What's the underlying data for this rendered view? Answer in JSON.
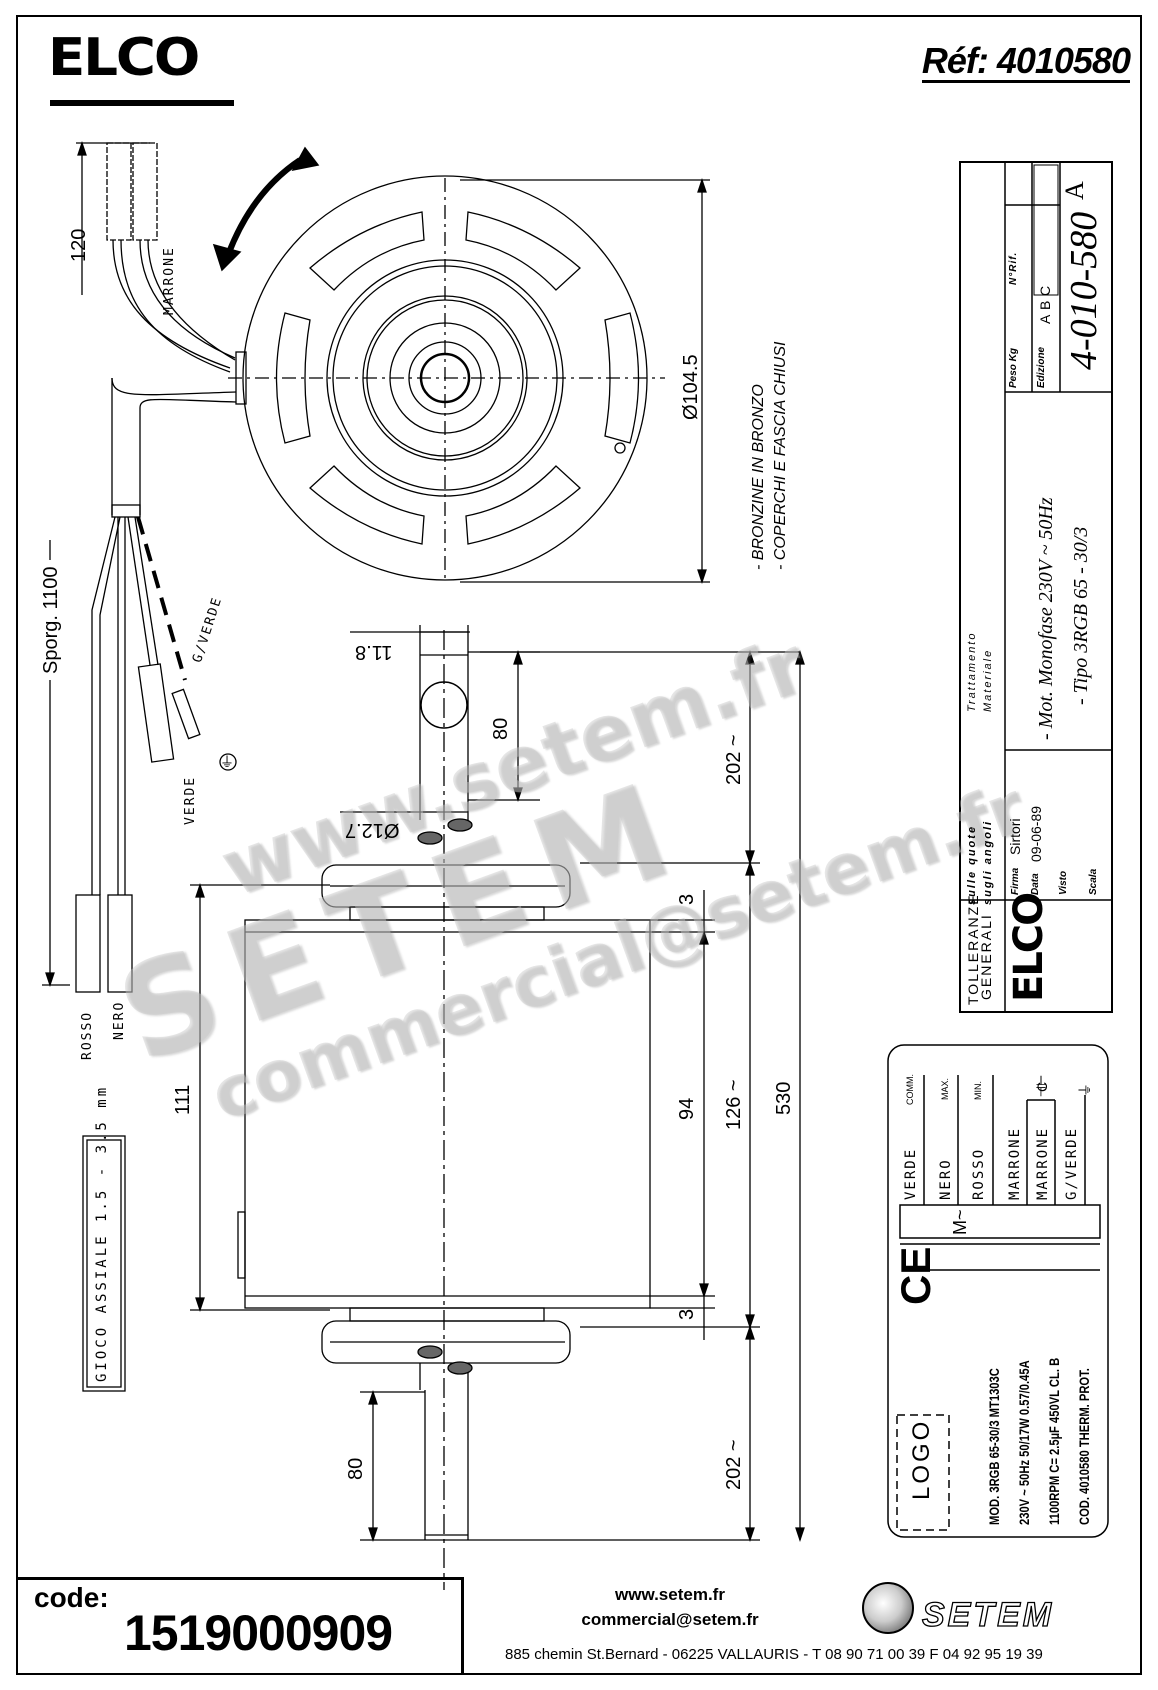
{
  "header": {
    "brand_logo": "ELCO",
    "reference": "Réf: 4010580"
  },
  "drawing": {
    "rotation_arrow": "bidirectional-rotation-arrow",
    "front_view": {
      "diameter": "Ø104.5",
      "notes": [
        "- BRONZINE IN BRONZO",
        "- COPERCHI E FASCIA CHIUSI"
      ]
    },
    "wires": {
      "top_length": "120",
      "marrone": "MARRONE",
      "sporg": "Sporg. 1100",
      "g_verde": "G/VERDE",
      "verde": "VERDE",
      "rosso": "ROSSO",
      "nero": "NERO",
      "earth_symbol": "earth-ground"
    },
    "side_view": {
      "shaft_flat": "11.8",
      "shaft_dia": "Ø12.7",
      "shaft_top_len": "80",
      "shaft_bottom_len": "80",
      "top_ext": "202 ~",
      "bottom_ext": "202 ~",
      "body_len": "126 ~",
      "overall": "530",
      "inner_len": "94",
      "gap_top": "3",
      "gap_bottom": "3",
      "height_111": "111"
    },
    "axial_play": "GIOCO ASSIALE 1.5 - 3.5 mm"
  },
  "title_block": {
    "revision": "A",
    "tolleranze": "TOLLERANZE",
    "generali": "GENERALI",
    "sulle_quote": "sulle quote",
    "sugli_angoli": "sugli angoli",
    "trattamento": "Trattamento",
    "materiale": "Materiale",
    "firma_label": "Firma",
    "firma_value": "Sirtori",
    "data_label": "Data",
    "data_value": "09-06-89",
    "visto_label": "Visto",
    "scala_label": "Scala",
    "desc_line1": "- Mot. Monofase  230V ~   50Hz",
    "desc_line2": "- Tipo  3RGB 65 - 30/3",
    "peso_label": "Peso Kg",
    "nrif_label": "N°Rif.",
    "edizione_label": "Edizione",
    "editions": [
      "A",
      "B",
      "C"
    ],
    "drawing_number": "4-010-580",
    "logo": "ELCO"
  },
  "wiring_label": {
    "wires": [
      {
        "color": "VERDE",
        "function": "COMM."
      },
      {
        "color": "NERO",
        "function": "MAX."
      },
      {
        "color": "ROSSO",
        "function": "MIN."
      },
      {
        "color": "MARRONE",
        "function": ""
      },
      {
        "color": "MARRONE",
        "function": ""
      },
      {
        "color": "G/VERDE",
        "function": ""
      }
    ],
    "capacitor": "C",
    "motor_symbol": "M~",
    "ce_mark": "CE",
    "logo_placeholder": "LOGO",
    "spec_lines": [
      "MOD. 3RGB 65-30/3     MT1303C",
      "230V ~  50Hz  50/17W  0.57/0.45A",
      "1100RPM  C= 2.5µF  450VL  CL. B",
      "COD. 4010580     THERM. PROT."
    ]
  },
  "footer": {
    "code_label": "code:",
    "code_value": "1519000909",
    "website": "www.setem.fr",
    "email": "commercial@setem.fr",
    "address": "885 chemin St.Bernard  -  06225 VALLAURIS  -  T 08 90 71 00 39   F 04 92 95 19 39",
    "company": "SETEM"
  },
  "watermarks": [
    "www.setem.fr",
    "SETEM",
    "commercial@setem.fr"
  ]
}
